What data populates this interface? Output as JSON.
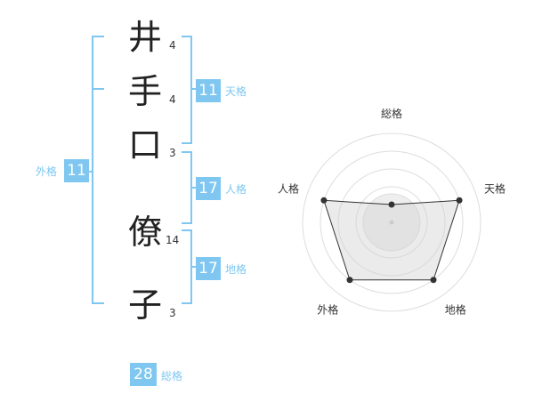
{
  "chars": [
    {
      "char": "井",
      "strokes": "4"
    },
    {
      "char": "手",
      "strokes": "4"
    },
    {
      "char": "口",
      "strokes": "3"
    },
    {
      "char": "僚",
      "strokes": "14"
    },
    {
      "char": "子",
      "strokes": "3"
    }
  ],
  "kaku": {
    "tenkaku": {
      "label": "天格",
      "value": "11"
    },
    "jinkaku": {
      "label": "人格",
      "value": "17"
    },
    "chikaku": {
      "label": "地格",
      "value": "17"
    },
    "gaikaku": {
      "label": "外格",
      "value": "11"
    },
    "soukaku": {
      "label": "総格",
      "value": "28"
    }
  },
  "chart_data": {
    "type": "radar",
    "categories": [
      "総格",
      "天格",
      "地格",
      "外格",
      "人格"
    ],
    "values": [
      1,
      4,
      4,
      4,
      4
    ],
    "rmax": 5,
    "rings": [
      1,
      2,
      3,
      4,
      5
    ]
  },
  "colors": {
    "accent": "#7fc7f0",
    "fill": "#eeeeee",
    "ring": "#dddddd",
    "line": "#333333"
  }
}
